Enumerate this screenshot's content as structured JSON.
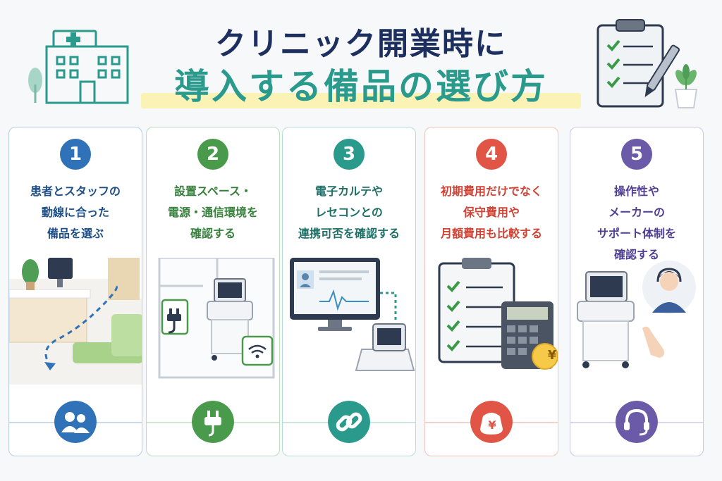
{
  "title": {
    "line1": "クリニック開業時に",
    "line2": "導入する備品の選び方"
  },
  "colors": {
    "navy": "#1d2f5e",
    "teal": "#2a9a8c",
    "card1": "#2f72b7",
    "card2": "#4a9a4c",
    "card3": "#2a9a8c",
    "card4": "#e05545",
    "card5": "#6a5aa8"
  },
  "cards": [
    {
      "number": "1",
      "lines": [
        "患者とスタッフの",
        "動線に合った",
        "備品を選ぶ"
      ],
      "icon": "people-icon"
    },
    {
      "number": "2",
      "lines": [
        "設置スペース・",
        "電源・通信環境を",
        "確認する"
      ],
      "icon": "plug-icon"
    },
    {
      "number": "3",
      "lines": [
        "電子カルテや",
        "レセコンとの",
        "連携可否を確認する"
      ],
      "icon": "link-icon"
    },
    {
      "number": "4",
      "lines": [
        "初期費用だけでなく",
        "保守費用や",
        "月額費用も比較する"
      ],
      "icon": "yen-wallet-icon"
    },
    {
      "number": "5",
      "lines": [
        "操作性や",
        "メーカーの",
        "サポート体制を",
        "確認する"
      ],
      "icon": "headset-icon"
    }
  ],
  "yen_symbol": "¥"
}
